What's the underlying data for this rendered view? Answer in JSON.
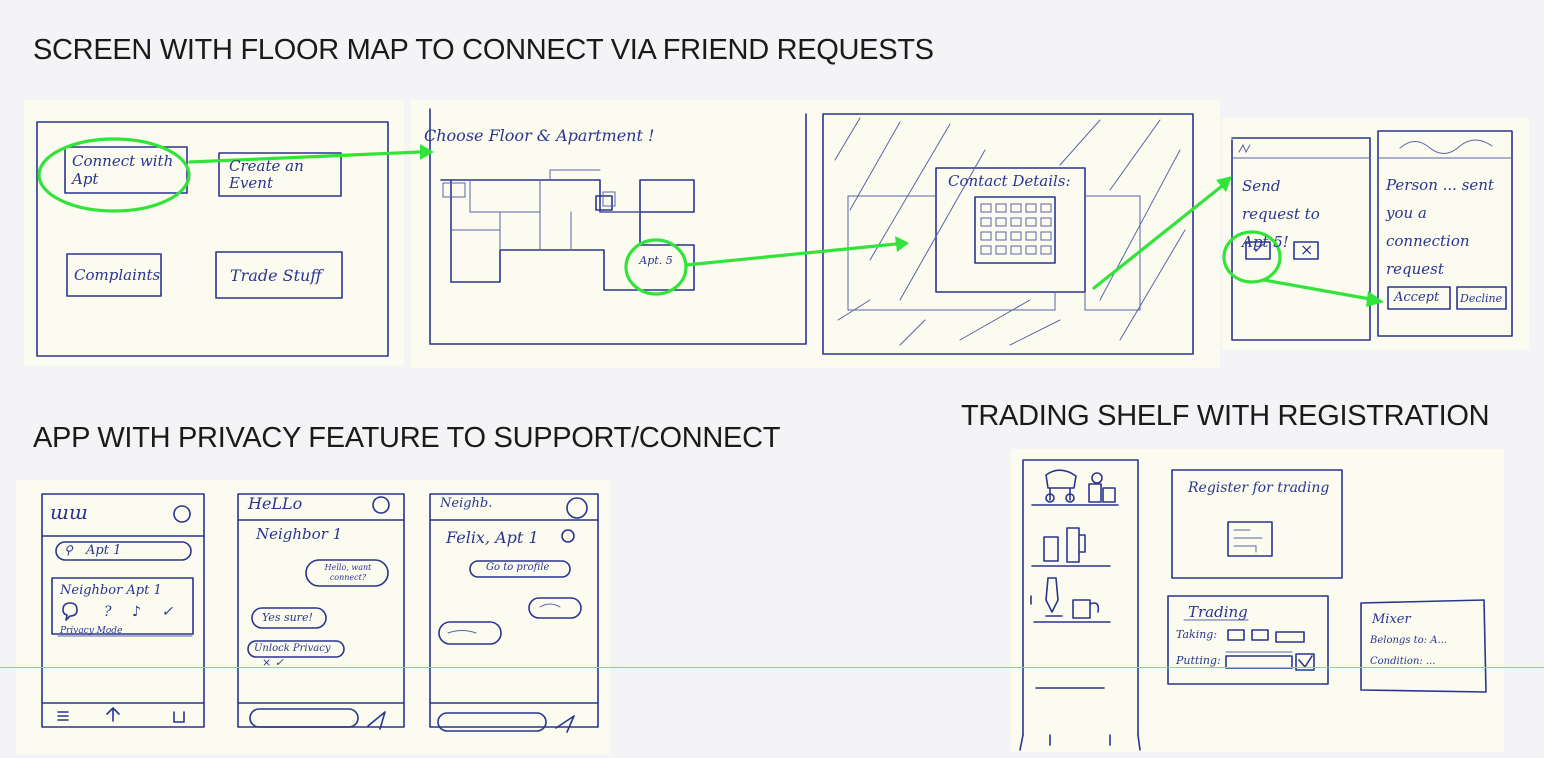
{
  "headings": {
    "floor_map": "SCREEN WITH FLOOR MAP TO CONNECT VIA FRIEND REQUESTS",
    "privacy": "APP WITH PRIVACY FEATURE TO SUPPORT/CONNECT",
    "trading": "TRADING SHELF WITH REGISTRATION"
  },
  "sketch1": {
    "home": {
      "connect": "Connect with Apt",
      "event": "Create an Event",
      "complaints": "Complaints",
      "trade": "Trade Stuff"
    },
    "floor": {
      "title": "Choose Floor & Apartment !",
      "apt_label": "Apt. 5"
    },
    "contact": {
      "title": "Contact Details:"
    },
    "request": {
      "text": "Send request to Apt 5!",
      "accept_mark": "✓",
      "decline_mark": "×"
    },
    "incoming": {
      "text": "Person ... sent you a connection request",
      "accept": "Accept",
      "decline": "Decline"
    }
  },
  "sketch2": {
    "phone1": {
      "search": "Apt 1",
      "card_title": "Neighbor Apt 1",
      "card_icons": "? ♪ ✓",
      "card_footer": "Privacy Mode"
    },
    "phone2": {
      "title": "Neighbor 1",
      "bubble1": "Hello, want connect?",
      "bubble2": "Yes sure!",
      "unlock": "Unlock Privacy",
      "unlock_choices": "×   ✓"
    },
    "phone3": {
      "title": "Felix, Apt 1",
      "profile": "Go to profile"
    }
  },
  "sketch3": {
    "register": "Register for trading",
    "trading": "Trading",
    "taking": "Taking:",
    "putting": "Putting:",
    "mixer": "Mixer",
    "belongs": "Belongs to: A...",
    "condition": "Condition: ..."
  }
}
